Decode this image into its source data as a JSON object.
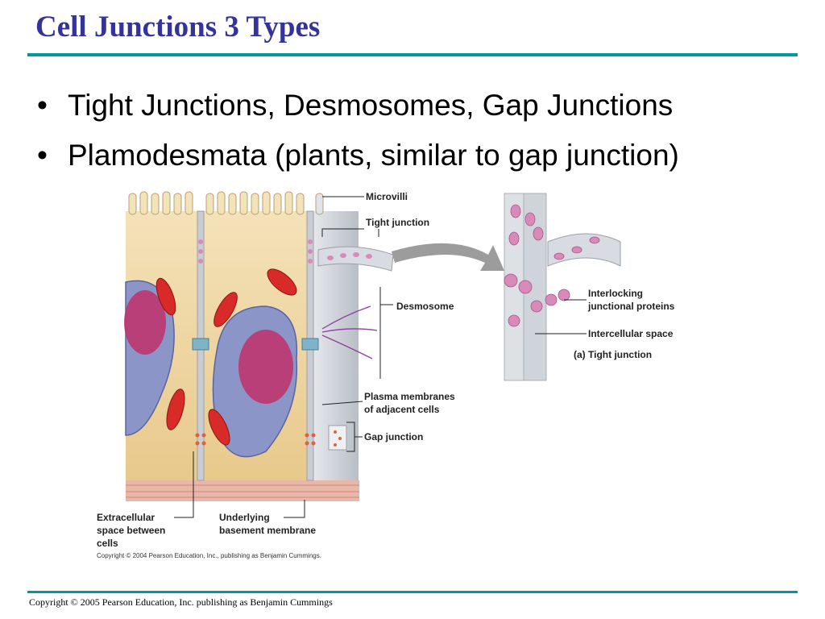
{
  "slide": {
    "title": "Cell Junctions 3 Types",
    "bullets": [
      "Tight Junctions, Desmosomes, Gap Junctions",
      "Plamodesmata (plants, similar to gap junction)"
    ],
    "footer": "Copyright © 2005 Pearson Education, Inc. publishing as Benjamin Cummings"
  },
  "figure": {
    "labels": {
      "microvilli": "Microvilli",
      "tight_junction": "Tight junction",
      "desmosome": "Desmosome",
      "plasma_membranes_1": "Plasma membranes",
      "plasma_membranes_2": "of adjacent cells",
      "gap_junction": "Gap junction",
      "extracellular_1": "Extracellular",
      "extracellular_2": "space between",
      "extracellular_3": "cells",
      "basement_1": "Underlying",
      "basement_2": "basement membrane",
      "interlocking_1": "Interlocking",
      "interlocking_2": "junctional proteins",
      "intercellular_space": "Intercellular space",
      "tight_junction_caption": "(a) Tight junction",
      "copyright": "Copyright © 2004 Pearson Education, Inc., publishing as Benjamin Cummings."
    },
    "colors": {
      "cytoplasm": "#f0d6a0",
      "membrane": "#c9cdd3",
      "nucleus": "#8c95c8",
      "nucleolus": "#c0306a",
      "mitochondria": "#d92a2a",
      "basement": "#e8b7a8",
      "junction_protein": "#d88ab8"
    }
  }
}
